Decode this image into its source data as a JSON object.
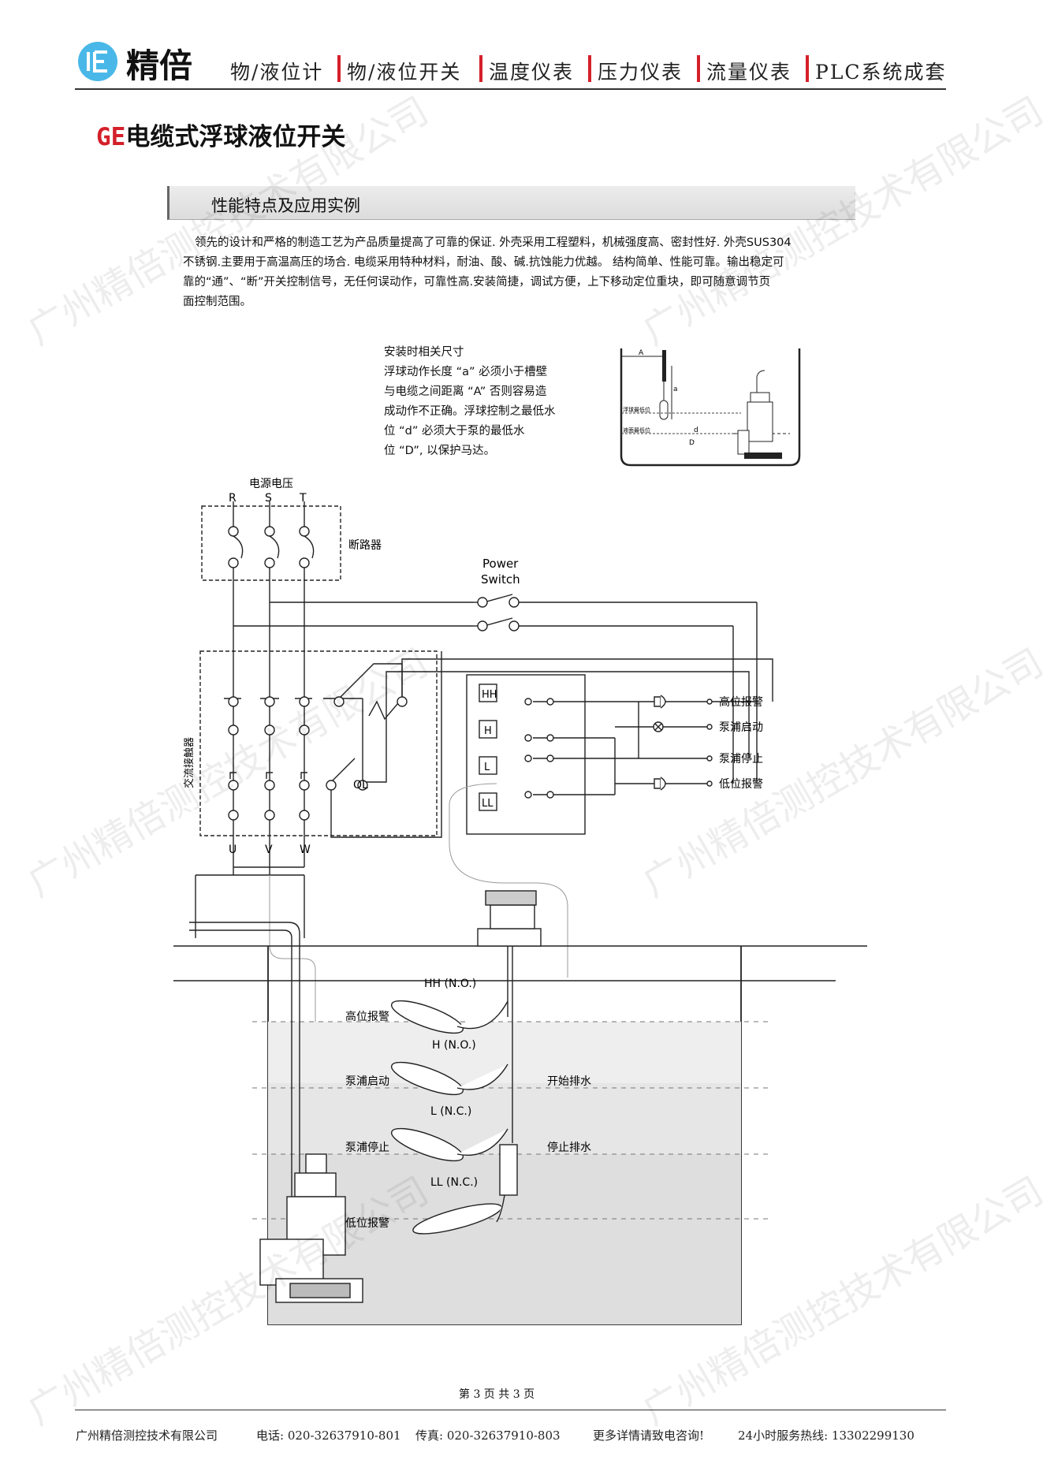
{
  "brand": {
    "name": "精倍"
  },
  "nav": [
    "物/液位计",
    "物/液位开关",
    "温度仪表",
    "压力仪表",
    "流量仪表",
    "PLC系统成套"
  ],
  "title": {
    "prefix": "GE",
    "text": "电缆式浮球液位开关"
  },
  "section": {
    "title": "性能特点及应用实例"
  },
  "intro": [
    "领先的设计和严格的制造工艺为产品质量提高了可靠的保证. 外壳采用工程塑料，机械强度高、密封性好. 外壳SUS304",
    "不锈钢.主要用于高温高压的场合. 电缆采用特种材料，耐油、酸、碱.抗蚀能力优越。 结构简单、性能可靠。输出稳定可",
    "靠的“通”、“断”开关控制信号，无任何误动作，可靠性高.安装简捷，调试方便，上下移动定位重块，即可随意调节页",
    "面控制范围。"
  ],
  "install_note": {
    "lines": [
      "安装时相关尺寸",
      "浮球动作长度 “a” 必须小于槽壁",
      "与电缆之间距离 “A” 否则容易造",
      "成动作不正确。浮球控制之最低水",
      "位 “d” 必须大于泵的最低水",
      "位 “D”, 以保护马达。"
    ]
  },
  "install_diagram": {
    "label_A": "A",
    "label_a": "a",
    "label_d": "d",
    "label_D": "D",
    "float_low": "浮球最低位",
    "water_low": "液面最低位"
  },
  "circuit": {
    "power_voltage": "电源电压",
    "phases": [
      "R",
      "S",
      "T"
    ],
    "breaker": "断路器",
    "power_switch": [
      "Power",
      "Switch"
    ],
    "contactor": "交流接触器",
    "ol": "OL",
    "outputs": [
      "U",
      "V",
      "W"
    ],
    "switches": [
      "HH",
      "H",
      "L",
      "LL"
    ],
    "alarms": [
      "高位报警",
      "泵浦启动",
      "泵浦停止",
      "低位报警"
    ]
  },
  "tank": {
    "float_labels": [
      "HH (N.O.)",
      "H (N.O.)",
      "L (N.C.)",
      "LL (N.C.)"
    ],
    "left_labels": [
      "高位报警",
      "泵浦启动",
      "泵浦停止",
      "低位报警"
    ],
    "right_labels": [
      "开始排水",
      "停止排水"
    ]
  },
  "page_number": "第 3 页 共 3 页",
  "footer": {
    "company": "广州精倍测控技术有限公司",
    "phone": "电话: 020-32637910-801",
    "fax": "传真: 020-32637910-803",
    "consult": "更多详情请致电咨询!",
    "hotline": "24小时服务热线: 13302299130"
  },
  "watermark": "广州精倍测控技术有限公司",
  "colors": {
    "accent": "#d4202a",
    "logo": "#49b8e8"
  }
}
